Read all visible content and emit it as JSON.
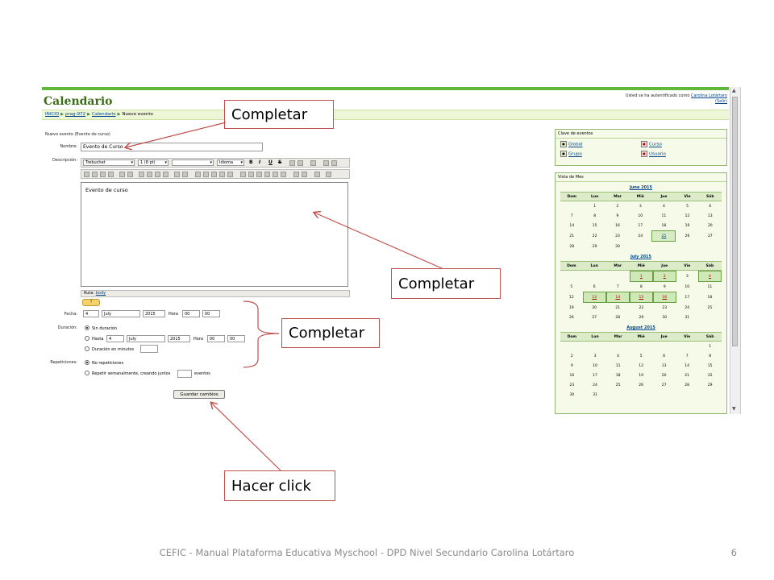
{
  "app": {
    "title": "Calendario",
    "auth_prefix": "Usted se ha autentificado como",
    "user_name": "Carolina Lotártaro",
    "logout": "(Salir)"
  },
  "breadcrumb": {
    "items": [
      "INICIO",
      "prag-972",
      "Calendario",
      "Nuevo evento"
    ]
  },
  "form": {
    "heading": "Nuevo evento (Evento de curso)",
    "nombre_label": "Nombre:",
    "nombre_value": "Evento de Curso",
    "descripcion_label": "Descripción:",
    "toolbar": {
      "font": "Trebuchet",
      "size": "1 (8 pt)",
      "format": "",
      "lang": "Idioma",
      "bold": "B",
      "italic": "I",
      "underline": "U",
      "strike": "S"
    },
    "editor_text": "Evento de curso",
    "ruta_label": "Ruta:",
    "ruta_value": "body",
    "fecha_label": "Fecha:",
    "fecha": {
      "day": "4",
      "month": "July",
      "year": "2015",
      "hora_label": "Hora",
      "hour": "00",
      "minute": "00"
    },
    "duracion_label": "Duración:",
    "dur_opt1": "Sin duración",
    "dur_opt2": "Hasta",
    "hasta": {
      "day": "4",
      "month": "July",
      "year": "2015",
      "hora_label": "Hora",
      "hour": "00",
      "minute": "00"
    },
    "dur_opt3": "Duración en minutos",
    "repeticiones_label": "Repeticiones:",
    "rep_opt1": "No repeticiones",
    "rep_opt2": "Repetir semanalmente, creando juntos",
    "rep_suffix": "eventos",
    "submit": "Guardar cambios"
  },
  "sidebar": {
    "keys_title": "Clave de eventos",
    "keys": [
      "Global",
      "Curso",
      "Grupo",
      "Usuario"
    ],
    "month_view_title": "Vista de Mes",
    "weekdays": [
      "Dom",
      "Lun",
      "Mar",
      "Mié",
      "Jue",
      "Vie",
      "Sáb"
    ],
    "months": [
      {
        "name": "June 2015",
        "weeks": [
          [
            "",
            "1",
            "2",
            "3",
            "4",
            "5",
            "6"
          ],
          [
            "7",
            "8",
            "9",
            "10",
            "11",
            "12",
            "13"
          ],
          [
            "14",
            "15",
            "16",
            "17",
            "18",
            "19",
            "20"
          ],
          [
            "21",
            "22",
            "23",
            "24",
            "25",
            "26",
            "27"
          ],
          [
            "28",
            "29",
            "30",
            "",
            "",
            "",
            ""
          ]
        ],
        "ev": [],
        "today": [
          "25"
        ]
      },
      {
        "name": "July 2015",
        "weeks": [
          [
            "",
            "",
            "",
            "1",
            "2",
            "3",
            "4"
          ],
          [
            "5",
            "6",
            "7",
            "8",
            "9",
            "10",
            "11"
          ],
          [
            "12",
            "13",
            "14",
            "15",
            "16",
            "17",
            "18"
          ],
          [
            "19",
            "20",
            "21",
            "22",
            "23",
            "24",
            "25"
          ],
          [
            "26",
            "27",
            "28",
            "29",
            "30",
            "31",
            ""
          ]
        ],
        "ev": [
          "1",
          "2",
          "4",
          "13",
          "14",
          "15",
          "16"
        ],
        "today": []
      },
      {
        "name": "August 2015",
        "weeks": [
          [
            "",
            "",
            "",
            "",
            "",
            "",
            "1"
          ],
          [
            "2",
            "3",
            "4",
            "5",
            "6",
            "7",
            "8"
          ],
          [
            "9",
            "10",
            "11",
            "12",
            "13",
            "14",
            "15"
          ],
          [
            "16",
            "17",
            "18",
            "19",
            "20",
            "21",
            "22"
          ],
          [
            "23",
            "24",
            "25",
            "26",
            "27",
            "28",
            "29"
          ],
          [
            "30",
            "31",
            "",
            "",
            "",
            "",
            ""
          ]
        ],
        "ev": [],
        "today": []
      }
    ]
  },
  "callouts": {
    "c1": "Completar",
    "c2": "Completar",
    "c3": "Completar",
    "c4": "Hacer click"
  },
  "slide": {
    "footer": "CEFIC - Manual Plataforma Educativa Myschool - DPD Nivel Secundario Carolina Lotártaro",
    "page": "6"
  },
  "colors": {
    "accent_green": "#5fb83a",
    "title_green": "#3d6d1a",
    "annotation_red": "#c0504d"
  }
}
